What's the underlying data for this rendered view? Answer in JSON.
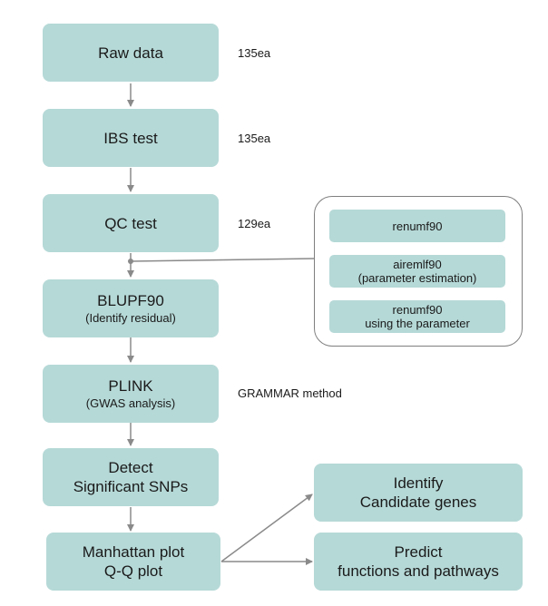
{
  "steps": [
    {
      "id": "raw",
      "title": "Raw data",
      "sub": "",
      "note": "135ea"
    },
    {
      "id": "ibs",
      "title": "IBS test",
      "sub": "",
      "note": "135ea"
    },
    {
      "id": "qc",
      "title": "QC test",
      "sub": "",
      "note": "129ea"
    },
    {
      "id": "blupf90",
      "title": "BLUPF90",
      "sub": "(Identify residual)",
      "note": ""
    },
    {
      "id": "plink",
      "title": "PLINK",
      "sub": "(GWAS analysis)",
      "note": "GRAMMAR method"
    },
    {
      "id": "detect",
      "title": "Detect",
      "sub": "Significant SNPs",
      "note": ""
    },
    {
      "id": "manhattan",
      "title": "Manhattan plot",
      "sub": "Q-Q plot",
      "note": ""
    }
  ],
  "side_panel": {
    "items": [
      {
        "line1": "renumf90",
        "line2": ""
      },
      {
        "line1": "airemlf90",
        "line2": "(parameter estimation)"
      },
      {
        "line1": "renumf90",
        "line2": "using the parameter"
      }
    ]
  },
  "outputs": [
    {
      "line1": "Identify",
      "line2": "Candidate genes"
    },
    {
      "line1": "Predict",
      "line2": "functions and pathways"
    }
  ]
}
